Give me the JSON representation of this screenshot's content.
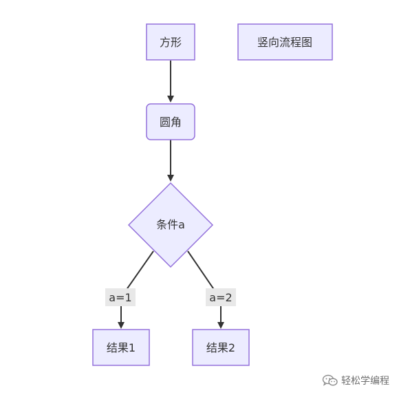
{
  "diagram": {
    "nodes": {
      "square": "方形",
      "title": "竖向流程图",
      "rounded": "圆角",
      "condition": "条件a",
      "result1": "结果1",
      "result2": "结果2"
    },
    "edges": {
      "label_a1": "a=1",
      "label_a2": "a=2"
    },
    "colors": {
      "node_fill": "#ececff",
      "node_stroke": "#9370db",
      "edge": "#333333",
      "label_bg": "#e8e8e8"
    }
  },
  "watermark": {
    "text": "轻松学编程",
    "icon": "wechat-icon"
  }
}
